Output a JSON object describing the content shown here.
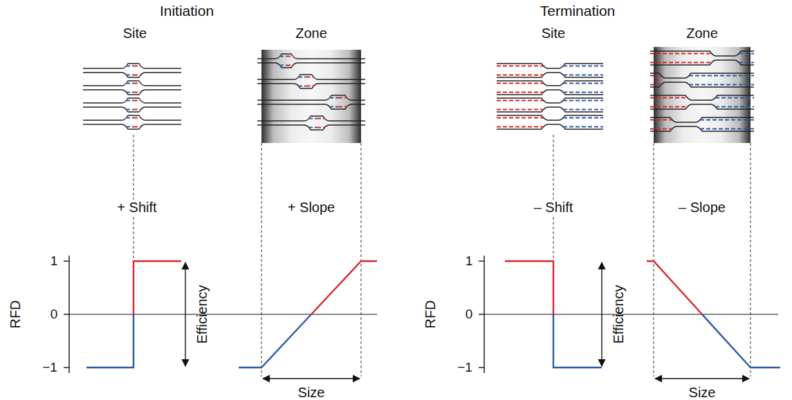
{
  "diagram": {
    "labels": [
      "Initiation",
      "Termination",
      "Site",
      "Zone",
      "Site",
      "Zone",
      "+ Shift",
      "+ Slope",
      "– Shift",
      "– Slope",
      "RFD",
      "1",
      "0",
      "−1",
      "Efficiency",
      "Size",
      "RFD",
      "1",
      "0",
      "−1",
      "Efficiency",
      "Size"
    ]
  }
}
